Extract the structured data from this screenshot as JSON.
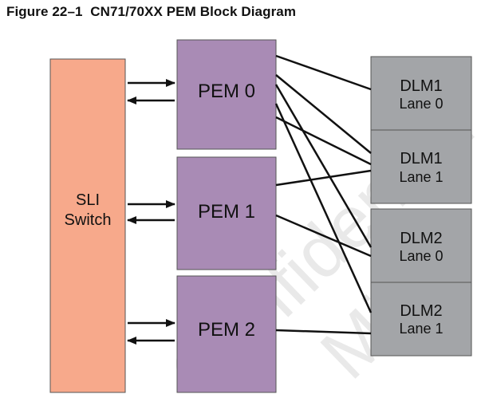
{
  "caption": {
    "figure_number": "Figure 22–1",
    "title": "CN71/70XX PEM Block Diagram"
  },
  "switch": {
    "line1": "SLI",
    "line2": "Switch"
  },
  "pems": [
    {
      "label": "PEM 0"
    },
    {
      "label": "PEM 1"
    },
    {
      "label": "PEM 2"
    }
  ],
  "lanes": [
    {
      "line1": "DLM1",
      "line2": "Lane 0"
    },
    {
      "line1": "DLM1",
      "line2": "Lane 1"
    },
    {
      "line1": "DLM2",
      "line2": "Lane 0"
    },
    {
      "line1": "DLM2",
      "line2": "Lane 1"
    }
  ],
  "watermark": {
    "line1": "Confidential",
    "line2": "Ming"
  },
  "colors": {
    "switch_fill": "#f7a98b",
    "pem_fill": "#a98bb5",
    "lane_fill": "#a3a5a8",
    "watermark": "#e9e9e9"
  }
}
